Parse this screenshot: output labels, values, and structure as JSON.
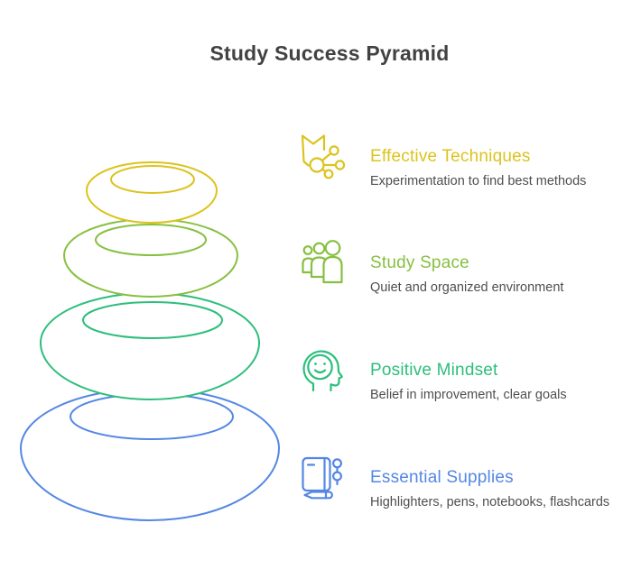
{
  "title": "Study Success Pyramid",
  "text_colors": {
    "heading": "#424242",
    "description": "#4f4f4f"
  },
  "items": [
    {
      "label": "Effective Techniques",
      "description": "Experimentation to find best methods",
      "color": "#dcc31d",
      "icon": "book-molecule-icon"
    },
    {
      "label": "Study Space",
      "description": "Quiet and organized environment",
      "color": "#87c040",
      "icon": "people-group-icon"
    },
    {
      "label": "Positive Mindset",
      "description": "Belief in improvement, clear goals",
      "color": "#2dbe7c",
      "icon": "head-smile-icon"
    },
    {
      "label": "Essential Supplies",
      "description": "Highlighters, pens, notebooks, flashcards",
      "color": "#5487e4",
      "icon": "notebook-pen-icon"
    }
  ],
  "pyramid": {
    "levels_top_to_bottom": [
      "Effective Techniques",
      "Study Space",
      "Positive Mindset",
      "Essential Supplies"
    ]
  }
}
